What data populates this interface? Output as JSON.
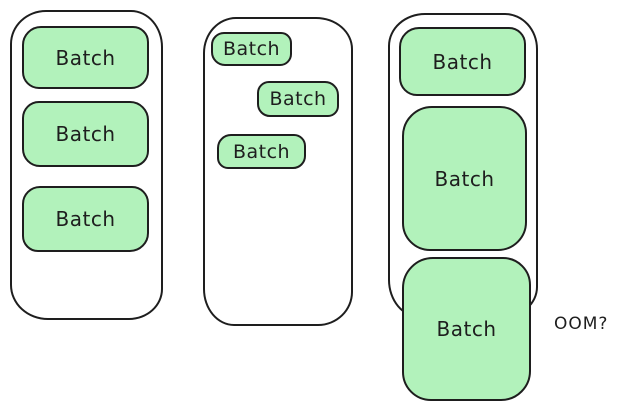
{
  "diagram": {
    "colors": {
      "batch_fill": "#b2f2bb",
      "stroke": "#1e1e1e",
      "background": "#ffffff"
    },
    "containers": [
      {
        "id": "container-1",
        "batches": [
          {
            "label": "Batch"
          },
          {
            "label": "Batch"
          },
          {
            "label": "Batch"
          }
        ]
      },
      {
        "id": "container-2",
        "batches": [
          {
            "label": "Batch"
          },
          {
            "label": "Batch"
          },
          {
            "label": "Batch"
          }
        ]
      },
      {
        "id": "container-3",
        "batches": [
          {
            "label": "Batch"
          },
          {
            "label": "Batch"
          },
          {
            "label": "Batch"
          }
        ]
      }
    ],
    "annotation": {
      "text": "OOM?"
    }
  }
}
